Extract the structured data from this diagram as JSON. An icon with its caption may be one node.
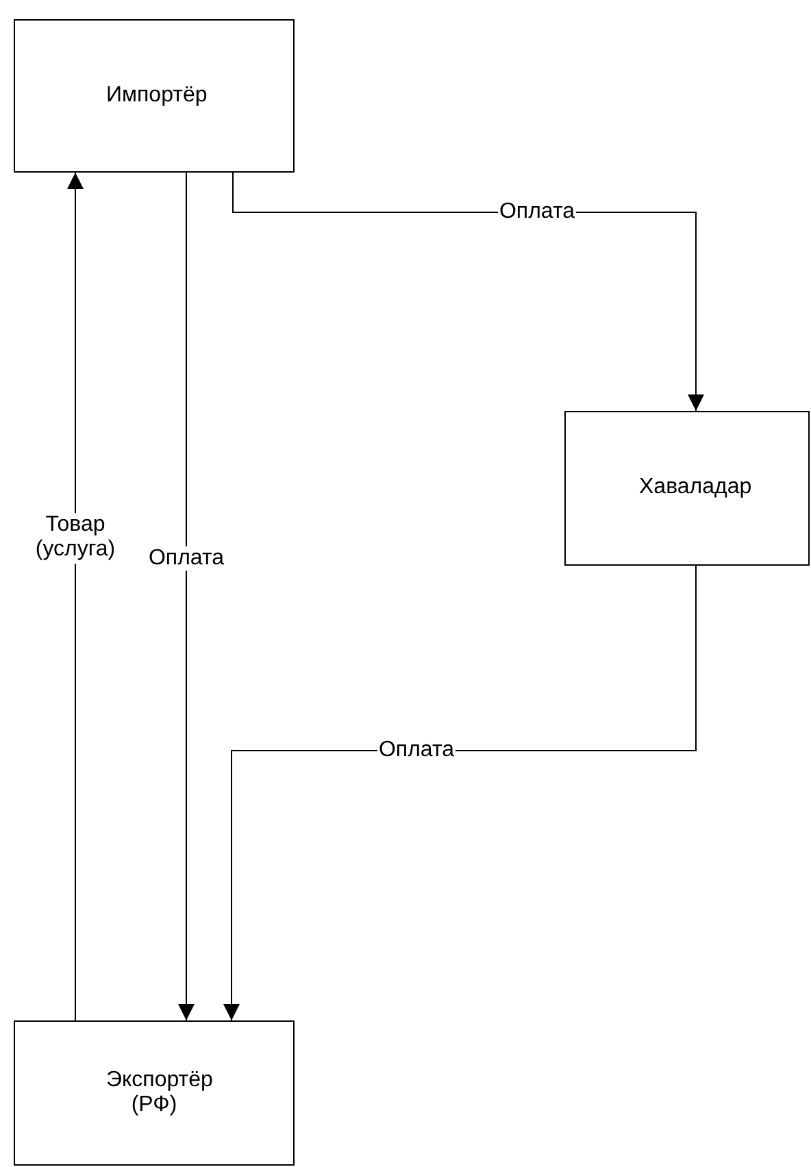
{
  "diagram": {
    "nodes": [
      {
        "text": [
          "Импортёр"
        ]
      },
      {
        "text": [
          "Хаваладар"
        ]
      },
      {
        "text": [
          "Экспортёр (РФ)"
        ]
      }
    ],
    "edges": [
      {
        "from": 2,
        "to": 0,
        "arrow": "to",
        "label": "Товар (услуга)"
      },
      {
        "from": 0,
        "to": 2,
        "arrow": "to",
        "label": "Оплата"
      },
      {
        "from": 0,
        "to": 1,
        "arrow": "to",
        "label": "Оплата"
      },
      {
        "from": 1,
        "to": 2,
        "arrow": "to",
        "label": "Оплата"
      }
    ]
  }
}
